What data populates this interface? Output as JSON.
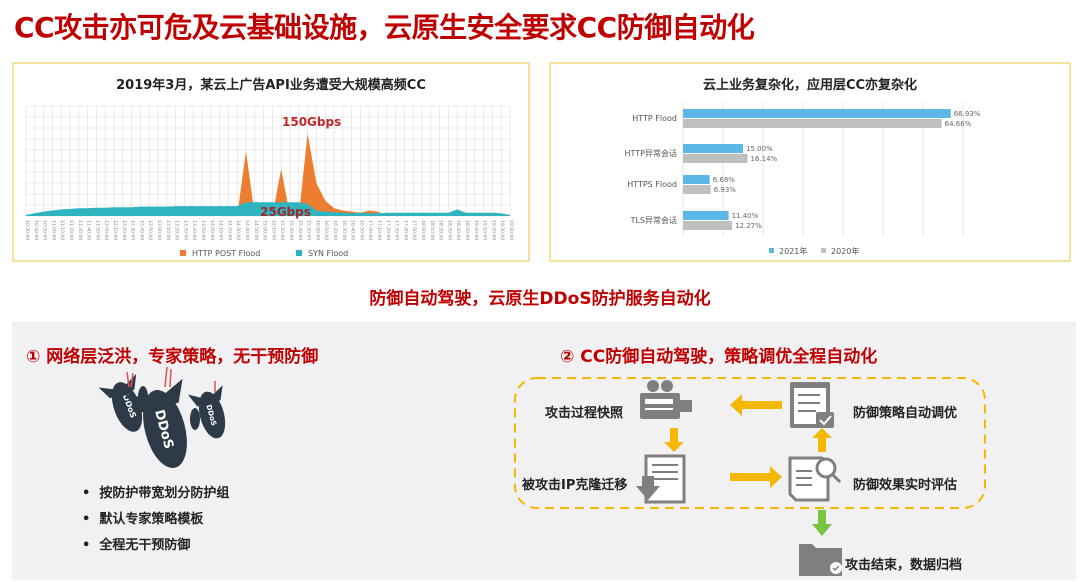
{
  "title": "CC攻击亦可危及云基础设施，云原生安全要求CC防御自动化",
  "subtitle": "防御自动驾驶，云原生DDoS防护服务自动化",
  "chart_data": [
    {
      "type": "area",
      "title": "2019年3月，某云上广告API业务遭受大规模高频CC",
      "x": [
        "10:30:00",
        "10:40:00",
        "10:50:00",
        "11:00:00",
        "11:10:00",
        "11:20:00",
        "11:30:00",
        "11:40:00",
        "11:50:00",
        "12:00:00",
        "12:10:00",
        "12:20:00",
        "12:30:00",
        "12:40:00",
        "12:50:00",
        "13:00:00",
        "13:10:00",
        "13:20:00",
        "13:30:00",
        "13:40:00",
        "13:50:00",
        "14:00:00",
        "14:10:00",
        "14:20:00",
        "14:30:00",
        "14:40:00",
        "14:50:00",
        "15:00:00",
        "15:10:00",
        "15:20:00",
        "15:30:00",
        "15:40:00",
        "15:50:00",
        "16:00:00",
        "16:10:00",
        "16:20:00",
        "16:30:00",
        "16:40:00",
        "16:50:00",
        "17:00:00",
        "17:10:00",
        "17:20:00",
        "17:30:00",
        "17:40:00",
        "17:50:00",
        "18:00:00",
        "18:10:00",
        "18:20:00",
        "18:30:00",
        "18:40:00",
        "18:50:00",
        "19:00:00",
        "19:10:00",
        "19:20:00",
        "19:30:00",
        "19:40:00"
      ],
      "series": [
        {
          "name": "HTTP POST Flood",
          "color": "#ed7d31",
          "values": [
            0,
            0,
            0,
            0,
            0,
            0,
            0,
            0,
            0,
            0,
            0,
            0,
            0,
            0,
            0,
            0,
            0,
            0,
            0,
            0,
            0,
            0,
            0,
            0,
            0,
            118,
            0,
            0,
            0,
            86,
            0,
            0,
            150,
            60,
            28,
            14,
            10,
            8,
            6,
            10,
            8,
            0,
            0,
            0,
            0,
            0,
            0,
            0,
            0,
            0,
            0,
            0,
            0,
            0,
            0,
            0
          ]
        },
        {
          "name": "SYN Flood",
          "color": "#2fb5c0",
          "values": [
            2,
            5,
            8,
            10,
            12,
            13,
            14,
            14,
            15,
            15,
            16,
            16,
            16,
            17,
            17,
            17,
            17,
            18,
            18,
            18,
            18,
            18,
            18,
            18,
            18,
            25,
            25,
            25,
            25,
            25,
            25,
            25,
            22,
            10,
            8,
            7,
            6,
            5,
            6,
            5,
            5,
            6,
            6,
            6,
            6,
            6,
            6,
            6,
            6,
            12,
            6,
            6,
            6,
            6,
            5,
            2
          ]
        }
      ],
      "ylim": [
        0,
        200
      ],
      "grid": true,
      "legend": "bottom",
      "annotations": [
        "150Gbps",
        "25Gbps"
      ]
    },
    {
      "type": "bar",
      "orientation": "horizontal",
      "title": "云上业务复杂化，应用层CC亦复杂化",
      "categories": [
        "HTTP Flood",
        "HTTP异常会话",
        "HTTPS Flood",
        "TLS异常会话"
      ],
      "series": [
        {
          "name": "2021年",
          "color": "#5bb8e6",
          "values": [
            66.93,
            15.0,
            6.68,
            11.4
          ],
          "labels": [
            "66.93%",
            "15.00%",
            "6.68%",
            "11.40%"
          ]
        },
        {
          "name": "2020年",
          "color": "#bfbfbf",
          "values": [
            64.66,
            16.14,
            6.93,
            12.27
          ],
          "labels": [
            "64.66%",
            "16.14%",
            "6.93%",
            "12.27%"
          ]
        }
      ],
      "xlim": [
        0,
        70
      ],
      "grid": true,
      "legend": "bottom"
    }
  ],
  "left_panel": {
    "heading": "① 网络层泛洪，专家策略，无干预防御",
    "bomb_text": "DDoS",
    "bullets": [
      "按防护带宽划分防护组",
      "默认专家策略模板",
      "全程无干预防御"
    ]
  },
  "right_panel": {
    "heading": "② CC防御自动驾驶，策略调优全程自动化",
    "nodes": {
      "snapshot": "攻击过程快照",
      "tuning": "防御策略自动调优",
      "migrate": "被攻击IP克隆迁移",
      "evaluate": "防御效果实时评估",
      "archive": "攻击结束，数据归档"
    },
    "colors": {
      "arrow": "#f5b800",
      "end_arrow": "#7cc242",
      "icon": "#7f7f7f"
    }
  }
}
